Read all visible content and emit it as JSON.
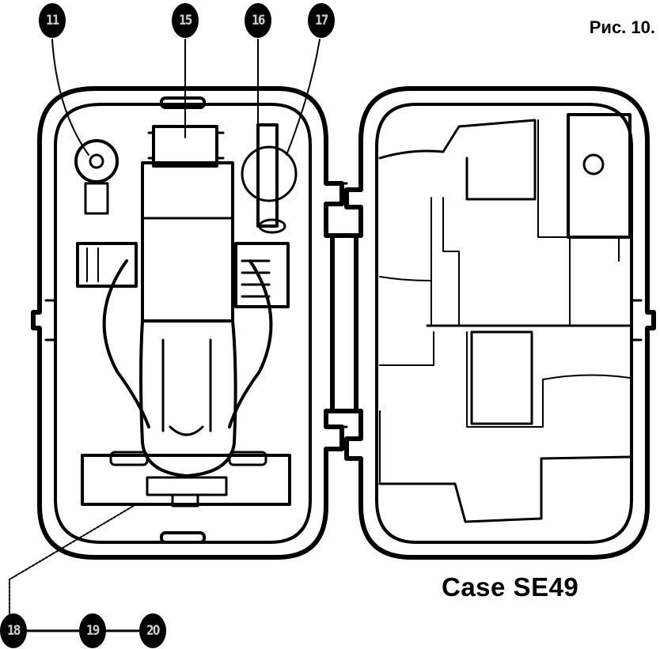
{
  "figure_number": "Рис. 10.",
  "case_title": "Case SE49",
  "callouts": [
    {
      "id": "11",
      "target": "screw-knob"
    },
    {
      "id": "15",
      "target": "telescope-eyepiece"
    },
    {
      "id": "16",
      "target": "cylindrical-tool"
    },
    {
      "id": "17",
      "target": "circular-recess"
    },
    {
      "id": "18",
      "target": "base-plate"
    },
    {
      "id": "19",
      "target": "base-plate"
    },
    {
      "id": "20",
      "target": "base-plate"
    }
  ],
  "colors": {
    "ink": "#000000",
    "paper": "#ffffff"
  }
}
